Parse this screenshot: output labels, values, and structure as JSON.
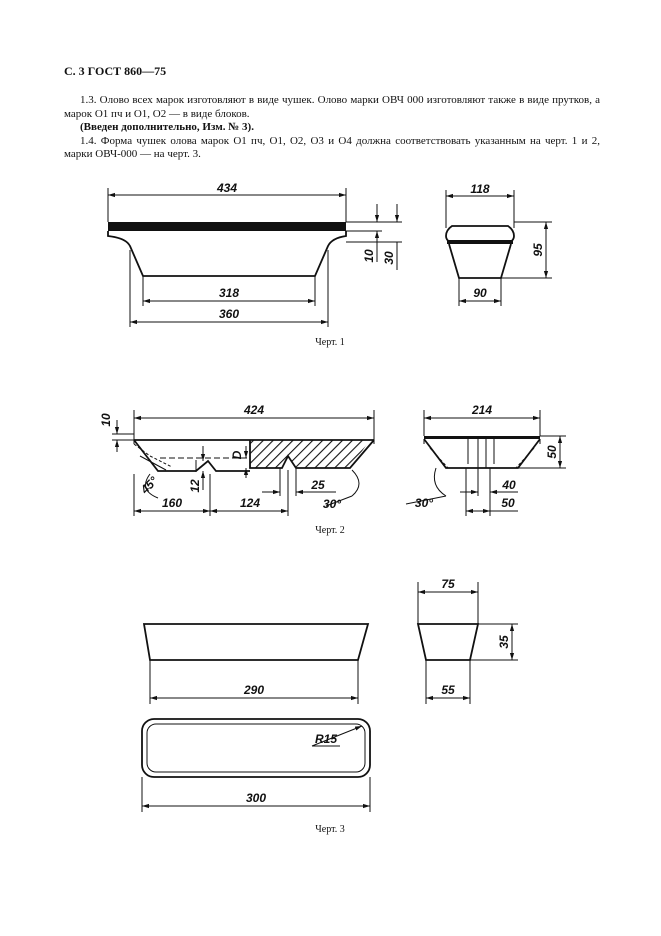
{
  "header": {
    "title": "С. 3 ГОСТ 860—75"
  },
  "paragraphs": {
    "p1": "1.3. Олово всех марок изготовляют в виде чушек. Олово марки ОВЧ 000 изготовляют также в виде прутков, а марок О1 пч и О1, О2 — в виде блоков.",
    "p2": "(Введен дополнительно, Изм. № 3).",
    "p3": "1.4. Форма чушек олова марок О1 пч, О1, О2, О3 и О4 должна соответствовать указанным на черт. 1 и 2, марки ОВЧ-000 — на черт. 3."
  },
  "figure1": {
    "caption": "Черт. 1",
    "dims": {
      "top_width": "434",
      "bottom_width": "318",
      "base_width": "360",
      "flange": "10",
      "height_side": "30",
      "side_top": "118",
      "side_height": "95",
      "side_bottom": "90"
    }
  },
  "figure2": {
    "caption": "Черт. 2",
    "dims": {
      "top_width": "424",
      "flange": "10",
      "angle_left": "45°",
      "depth": "12",
      "notch": "D",
      "left_len": "160",
      "mid_len": "124",
      "notch_gap": "25",
      "angle_right": "30°",
      "side_top": "214",
      "side_height": "50",
      "side_angle": "30°",
      "side_notch": "40",
      "side_bottom": "50"
    }
  },
  "figure3": {
    "caption": "Черт. 3",
    "dims": {
      "front_width": "290",
      "side_top": "75",
      "side_height": "35",
      "side_bottom": "55",
      "radius": "R15",
      "plan_width": "300"
    }
  }
}
